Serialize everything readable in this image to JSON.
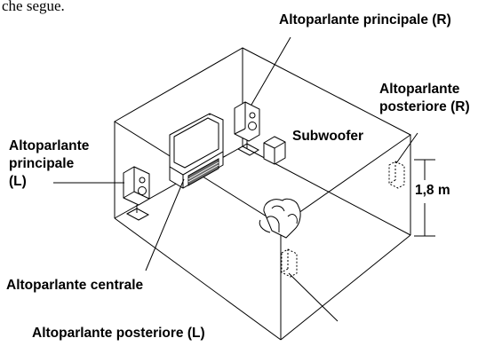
{
  "intro_text": "che segue.",
  "labels": {
    "main_right": "Altoparlante principale (R)",
    "rear_right_line1": "Altoparlante",
    "rear_right_line2": "posteriore (R)",
    "subwoofer": "Subwoofer",
    "main_left_line1": "Altoparlante",
    "main_left_line2": "principale",
    "main_left_line3": "(L)",
    "height": "1,8 m",
    "center": "Altoparlante centrale",
    "rear_left": "Altoparlante posteriore (L)"
  },
  "colors": {
    "line": "#000000",
    "background": "#ffffff"
  }
}
